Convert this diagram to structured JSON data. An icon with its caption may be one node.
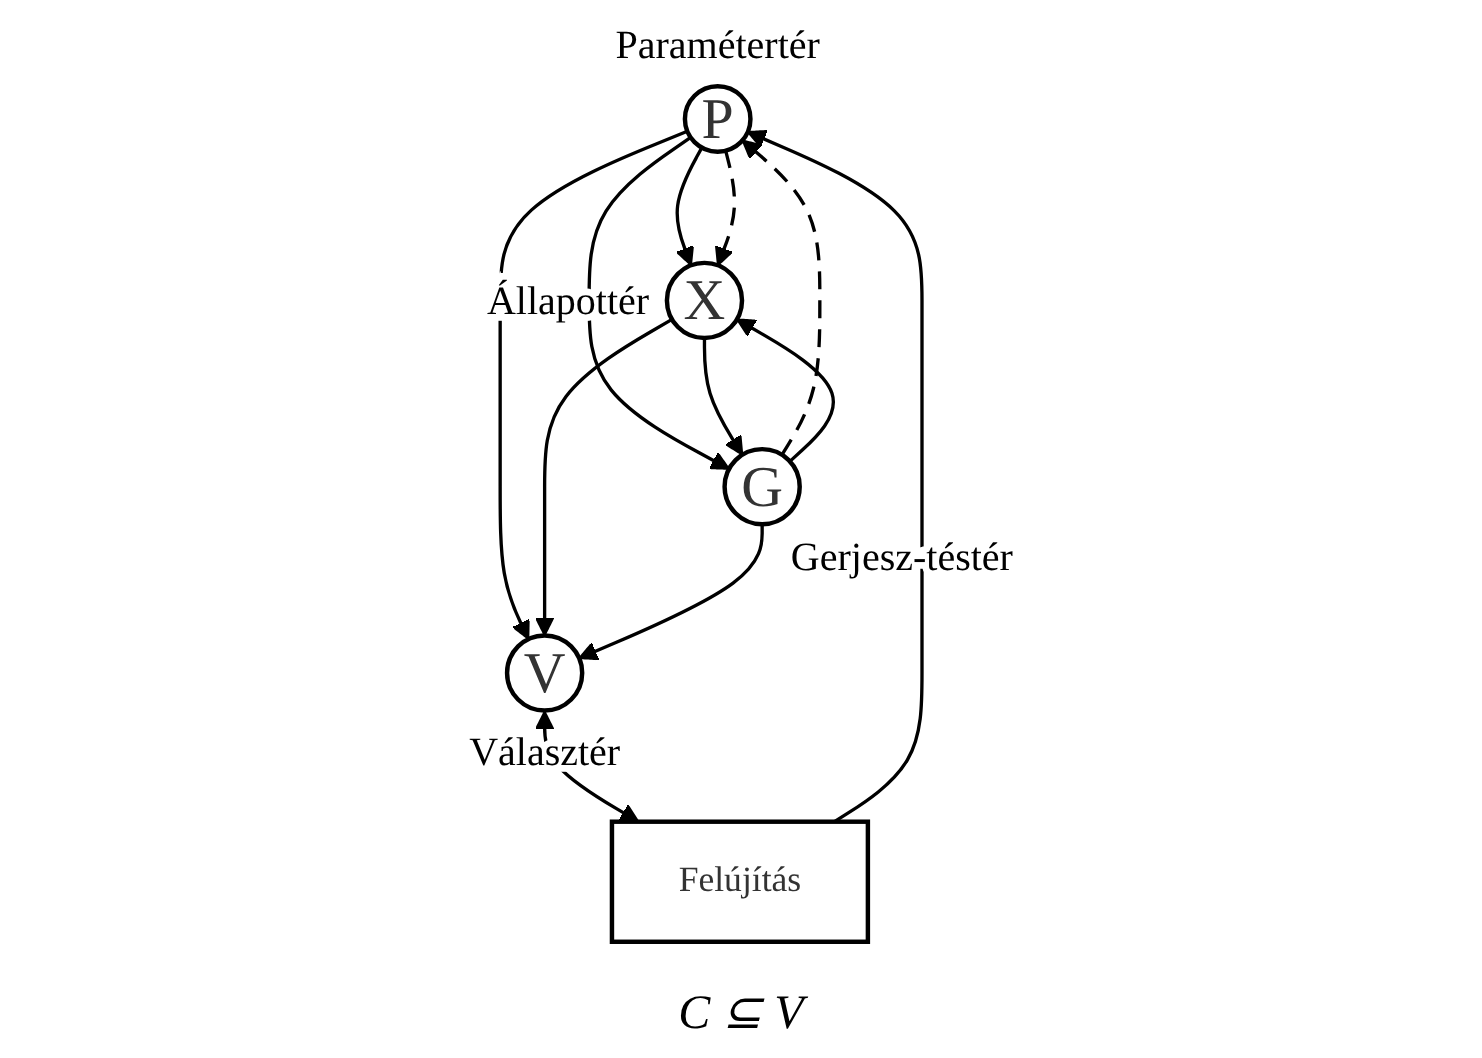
{
  "diagram": {
    "nodes": [
      {
        "text": [
          "P"
        ],
        "beside": [
          "Paramétertér"
        ]
      },
      {
        "text": [
          "X"
        ],
        "beside": [
          "Állapottér"
        ]
      },
      {
        "text": [
          "G"
        ],
        "beside": [
          "Gerjesz-téstér"
        ]
      },
      {
        "text": [
          "V"
        ],
        "beside": [
          "Választér"
        ]
      },
      {
        "text": [
          "Felújítás"
        ]
      }
    ],
    "edges": [
      {
        "from": 0,
        "to": 1,
        "arrow": "to"
      },
      {
        "from": 0,
        "to": 1,
        "arrow": "to",
        "style": "dashed"
      },
      {
        "from": 0,
        "to": 2,
        "arrow": "to"
      },
      {
        "from": 2,
        "to": 0,
        "arrow": "to",
        "style": "dashed"
      },
      {
        "from": 0,
        "to": 3,
        "arrow": "to"
      },
      {
        "from": 2,
        "to": 1,
        "arrow": "to"
      },
      {
        "from": 1,
        "to": 2,
        "arrow": "to"
      },
      {
        "from": 1,
        "to": 3,
        "arrow": "to"
      },
      {
        "from": 2,
        "to": 3,
        "arrow": "to"
      },
      {
        "from": 4,
        "to": 0,
        "arrow": "to"
      },
      {
        "from": 3,
        "to": 4,
        "arrow": "both"
      }
    ],
    "labels": [
      "C ⊆ V"
    ]
  }
}
